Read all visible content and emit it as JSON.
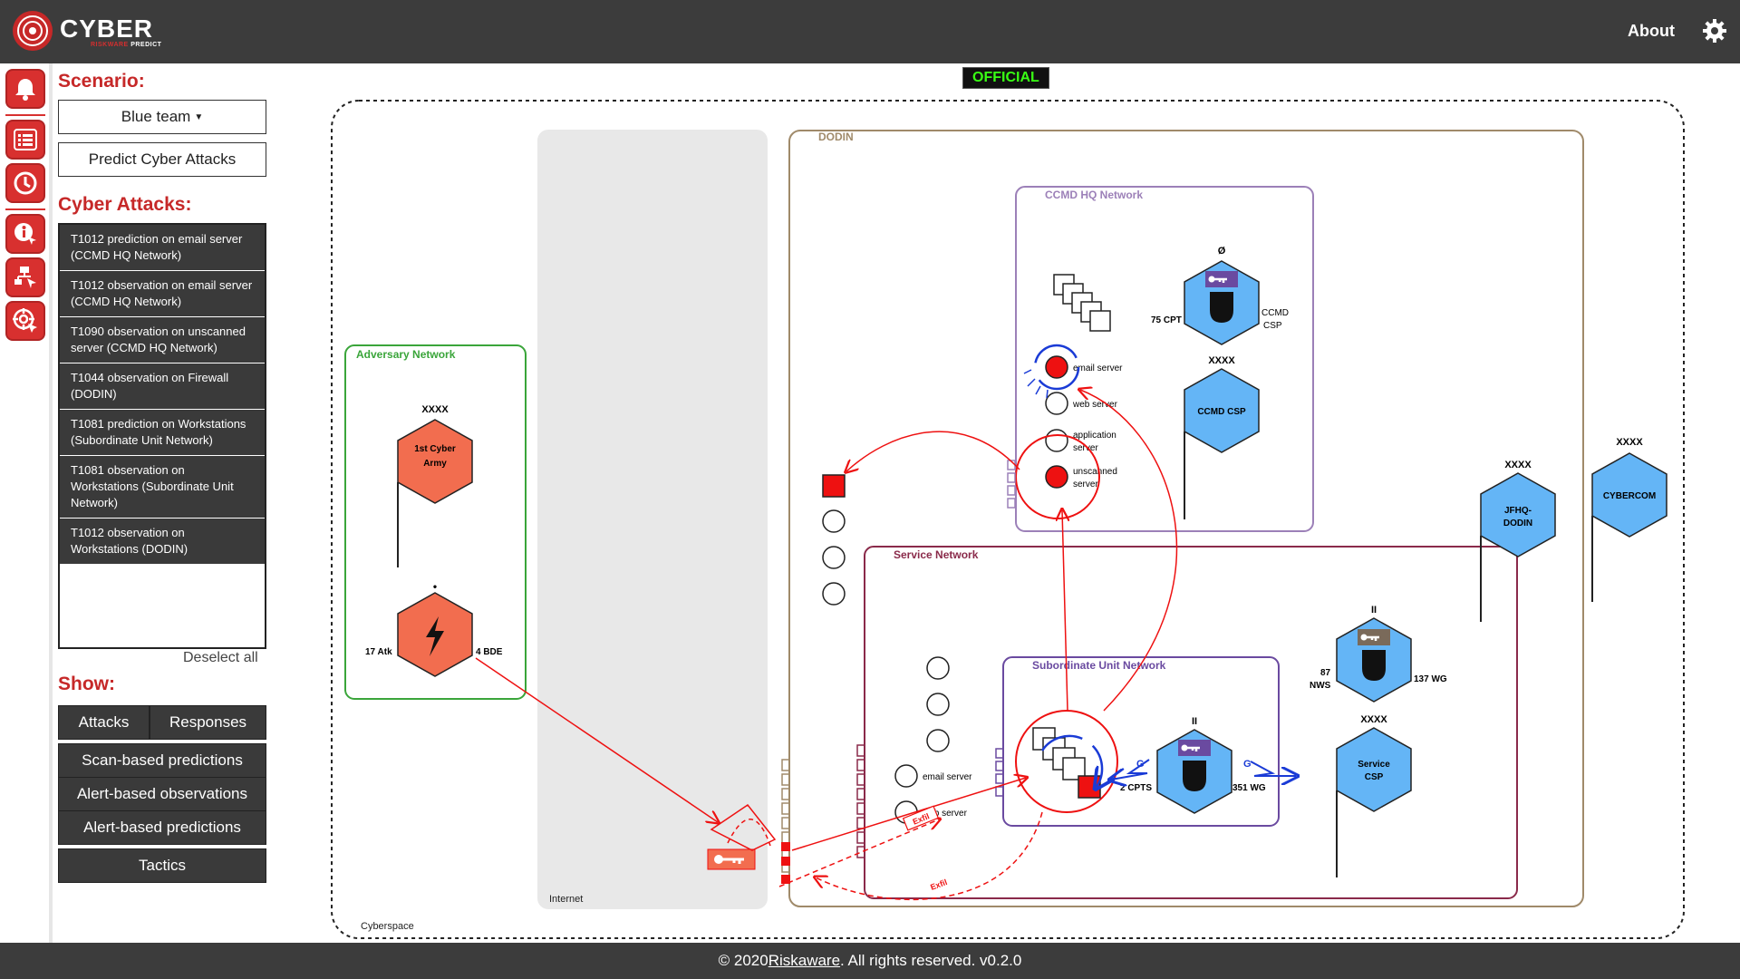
{
  "header": {
    "logo_title": "CYBER",
    "logo_sub_red": "RISKWARE",
    "logo_sub": "PREDICT",
    "about": "About",
    "icons": [
      "logo-shield-icon",
      "gear-icon"
    ]
  },
  "sidebar_icons": [
    "bell-icon",
    "list-icon",
    "history-icon",
    "info-pointer-icon",
    "network-pointer-icon",
    "target-pointer-icon"
  ],
  "panel": {
    "scenario_title": "Scenario:",
    "scenario_selected": "Blue team",
    "predict_button": "Predict Cyber Attacks",
    "attacks_title": "Cyber Attacks:",
    "attacks": [
      "T1012 prediction on email server (CCMD HQ Network)",
      "T1012 observation on email server (CCMD HQ Network)",
      "T1090 observation on unscanned server (CCMD HQ Network)",
      "T1044 observation on Firewall (DODIN)",
      "T1081 prediction on Workstations (Subordinate Unit Network)",
      "T1081 observation on Workstations (Subordinate Unit Network)",
      "T1012 observation on Workstations (DODIN)"
    ],
    "deselect": "Deselect all",
    "show_title": "Show:",
    "show_attacks": "Attacks",
    "show_responses": "Responses",
    "scan_predictions": "Scan-based predictions",
    "alert_observations": "Alert-based observations",
    "alert_predictions": "Alert-based predictions",
    "tactics": "Tactics"
  },
  "classification": "OFFICIAL",
  "diagram": {
    "cyberspace": "Cyberspace",
    "internet": "Internet",
    "dodin": "DODIN",
    "adversary_network": "Adversary Network",
    "ccmd_hq_network": "CCMD HQ Network",
    "service_network": "Service Network",
    "subordinate_network": "Subordinate Unit Network",
    "adv_unit_echelon": "XXXX",
    "adv_unit_name_1": "1st Cyber",
    "adv_unit_name_2": "Army",
    "adv_bde_echelon": "•",
    "adv_bde_left": "17 Atk",
    "adv_bde_right": "4 BDE",
    "ccmd_cpt_echelon": "Ø",
    "ccmd_cpt_left": "75 CPT",
    "ccmd_cpt_right_1": "CCMD",
    "ccmd_cpt_right_2": "CSP",
    "ccmd_csp_echelon": "XXXX",
    "ccmd_csp_name": "CCMD CSP",
    "email_server": "email server",
    "web_server": "web server",
    "application_server_1": "application",
    "application_server_2": "server",
    "unscanned_server_1": "unscanned",
    "unscanned_server_2": "server",
    "svc_email_server": "email server",
    "svc_web_server": "web server",
    "exfil_1": "Exfil",
    "exfil_2": "Exfil",
    "nws_echelon": "II",
    "nws_left_1": "87",
    "nws_left_2": "NWS",
    "nws_right": "137 WG",
    "svc_csp_echelon": "XXXX",
    "svc_csp_name_1": "Service",
    "svc_csp_name_2": "CSP",
    "sub_echelon": "II",
    "sub_left": "2 CPTS",
    "sub_right": "351 WG",
    "g_left": "G",
    "g_right": "G",
    "jfhq_echelon": "XXXX",
    "jfhq_name_1": "JFHQ-",
    "jfhq_name_2": "DODIN",
    "cybercom_echelon": "XXXX",
    "cybercom_name": "CYBERCOM"
  },
  "colors": {
    "header_bg": "#3c3c3c",
    "accent_red": "#d8302f",
    "hostile_orange": "#f26d4f",
    "friendly_blue": "#64b5f6",
    "adversary_green": "#3aa53a",
    "dodin_brown": "#a08a6a",
    "ccmd_purple": "#9c80b8",
    "service_maroon": "#8a2a4a",
    "sub_purple": "#6a4aa0",
    "official_green": "#39ff14"
  },
  "footer": {
    "prefix": "© 2020 ",
    "company": "Riskaware",
    "suffix": ". All rights reserved. v0.2.0"
  }
}
